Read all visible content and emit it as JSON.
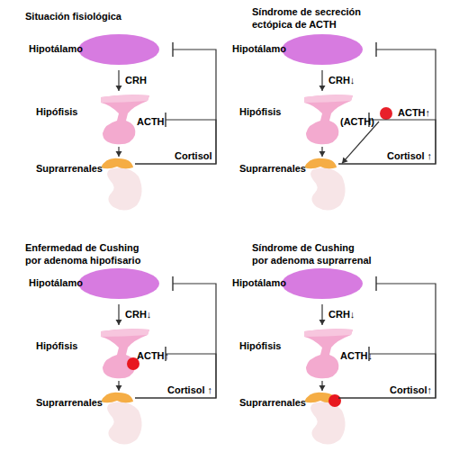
{
  "diagram": {
    "nodes": [
      {
        "text": [
          "Hipotálamo"
        ]
      },
      {
        "text": [
          "Hipófisis"
        ]
      },
      {
        "text": [
          "Suprarrenales"
        ]
      },
      {
        "text": [
          "Hipotálamo"
        ]
      },
      {
        "text": [
          "Hipófisis"
        ]
      },
      {
        "text": [
          "ACTH↑"
        ]
      },
      {
        "text": [
          "Suprarrenales"
        ]
      },
      {
        "text": [
          "Hipotálamo"
        ]
      },
      {
        "text": [
          "Hipófisis"
        ]
      },
      {
        "text": [
          "Suprarrenales"
        ]
      },
      {
        "text": [
          "Hipotálamo"
        ]
      },
      {
        "text": [
          "Hipófisis"
        ]
      },
      {
        "text": [
          "Suprarrenales"
        ]
      }
    ],
    "edges": [
      {
        "from": 0,
        "to": 1,
        "arrow": "to",
        "label": "CRH"
      },
      {
        "from": 1,
        "to": 2,
        "arrow": "to",
        "label": "ACTH"
      },
      {
        "from": 2,
        "to": 0,
        "arrow": "to",
        "label": "Cortisol"
      },
      {
        "from": 2,
        "to": 1,
        "arrow": "to"
      },
      {
        "from": 3,
        "to": 4,
        "arrow": "to",
        "label": "CRH↓"
      },
      {
        "from": 4,
        "to": 6,
        "arrow": "to",
        "label": "(ACTH)"
      },
      {
        "from": 5,
        "to": 6,
        "arrow": "to"
      },
      {
        "from": 6,
        "to": 3,
        "arrow": "to",
        "label": "Cortisol ↑"
      },
      {
        "from": 6,
        "to": 4,
        "arrow": "to"
      },
      {
        "from": 7,
        "to": 8,
        "arrow": "to",
        "label": "CRH↓"
      },
      {
        "from": 8,
        "to": 9,
        "arrow": "to",
        "label": "ACTH↑"
      },
      {
        "from": 9,
        "to": 7,
        "arrow": "to",
        "label": "Cortisol ↑"
      },
      {
        "from": 9,
        "to": 8,
        "arrow": "to"
      },
      {
        "from": 10,
        "to": 11,
        "arrow": "to",
        "label": "CRH↓"
      },
      {
        "from": 11,
        "to": 12,
        "arrow": "to",
        "label": "ACTH↓"
      },
      {
        "from": 12,
        "to": 10,
        "arrow": "to",
        "label": "Cortisol↑"
      },
      {
        "from": 12,
        "to": 11,
        "arrow": "to"
      }
    ],
    "labels": [
      "Situación fisiológica",
      "Síndrome de secreción ectópica de ACTH",
      "Enfermedad de Cushing por adenoma hipofisario",
      "Síndrome de Cushing por adenoma suprarrenal"
    ]
  }
}
